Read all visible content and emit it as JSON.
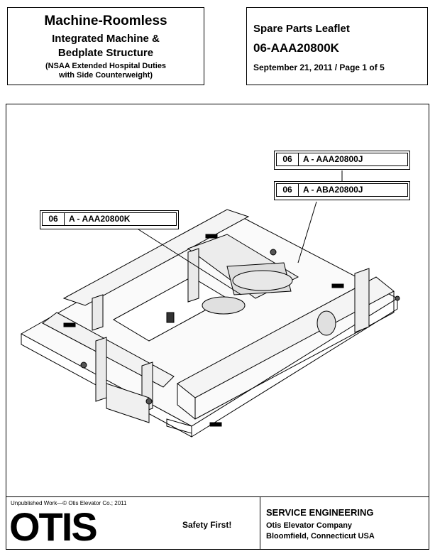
{
  "header": {
    "title_line1": "Machine-Roomless",
    "title_line2": "Integrated Machine &",
    "title_line3": "Bedplate Structure",
    "subtitle_line1": "(NSAA Extended Hospital Duties",
    "subtitle_line2": "with Side Counterweight)"
  },
  "leaflet": {
    "heading": "Spare Parts Leaflet",
    "number": "06-AAA20800K",
    "date_page": "September 21, 2011 / Page 1 of 5"
  },
  "callouts": [
    {
      "code": "06",
      "part": "A - AAA20800K"
    },
    {
      "code": "06",
      "part": "A - AAA20800J"
    },
    {
      "code": "06",
      "part": "A - ABA20800J"
    }
  ],
  "footer": {
    "copyright": "Unpublished Work—© Otis Elevator Co.; 2011",
    "logo": "OTIS",
    "safety": "Safety First!",
    "dept": "SERVICE ENGINEERING",
    "company": "Otis Elevator Company",
    "location": "Bloomfield, Connecticut USA"
  }
}
